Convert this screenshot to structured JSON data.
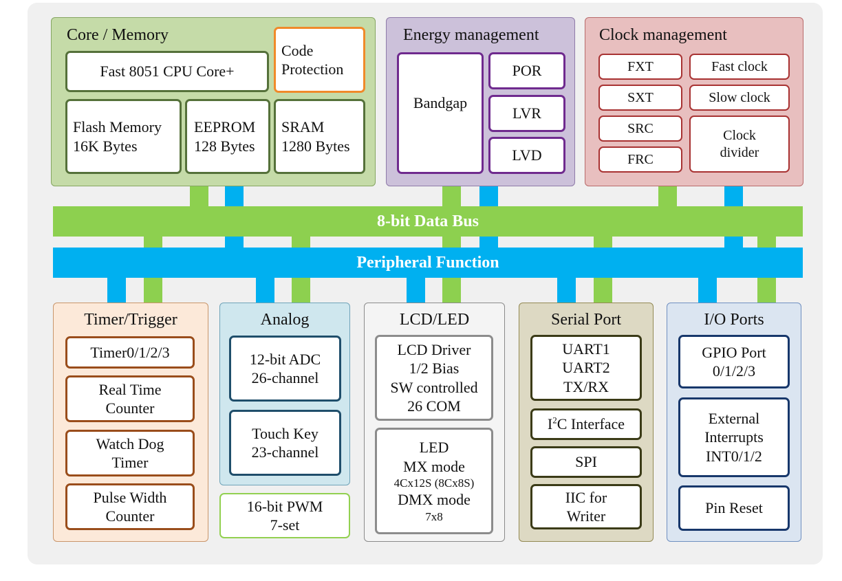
{
  "groups": {
    "core": {
      "title": "Core / Memory",
      "cpu": "Fast 8051 CPU Core+",
      "protection": [
        "Code",
        "Protection"
      ],
      "flash": [
        "Flash Memory",
        "16K Bytes"
      ],
      "eeprom": [
        "EEPROM",
        "128 Bytes"
      ],
      "sram": [
        "SRAM",
        "1280 Bytes"
      ]
    },
    "energy": {
      "title": "Energy management",
      "bandgap": "Bandgap",
      "por": "POR",
      "lvr": "LVR",
      "lvd": "LVD"
    },
    "clock": {
      "title": "Clock management",
      "fxt": "FXT",
      "fast": "Fast clock",
      "sxt": "SXT",
      "slow": "Slow clock",
      "src": "SRC",
      "frc": "FRC",
      "divider": [
        "Clock",
        "divider"
      ]
    },
    "timer": {
      "title": "Timer/Trigger",
      "timer": "Timer0/1/2/3",
      "rtc": [
        "Real Time",
        "Counter"
      ],
      "wdt": [
        "Watch Dog",
        "Timer"
      ],
      "pwc": [
        "Pulse Width",
        "Counter"
      ]
    },
    "analog": {
      "title": "Analog",
      "adc": [
        "12-bit ADC",
        "26-channel"
      ],
      "touch": [
        "Touch Key",
        "23-channel"
      ]
    },
    "pwm": [
      "16-bit PWM",
      "7-set"
    ],
    "lcd": {
      "title": "LCD/LED",
      "driver": [
        "LCD Driver",
        "1/2 Bias",
        "SW controlled",
        "26 COM"
      ],
      "led": [
        "LED",
        "MX mode",
        "4Cx12S (8Cx8S)",
        "DMX mode",
        "7x8"
      ]
    },
    "serial": {
      "title": "Serial Port",
      "uart": [
        "UART1",
        "UART2",
        "TX/RX"
      ],
      "i2c_pre": "I",
      "i2c_sup": "2",
      "i2c_post": "C Interface",
      "spi": "SPI",
      "iic": [
        "IIC for",
        "Writer"
      ]
    },
    "io": {
      "title": "I/O Ports",
      "gpio": [
        "GPIO Port",
        "0/1/2/3"
      ],
      "ext": [
        "External",
        "Interrupts",
        "INT0/1/2"
      ],
      "reset": "Pin Reset"
    }
  },
  "buses": {
    "data": "8-bit Data Bus",
    "peripheral": "Peripheral Function"
  },
  "colors": {
    "green_bus": "#8dd04f",
    "blue_bus": "#00b0f0"
  }
}
